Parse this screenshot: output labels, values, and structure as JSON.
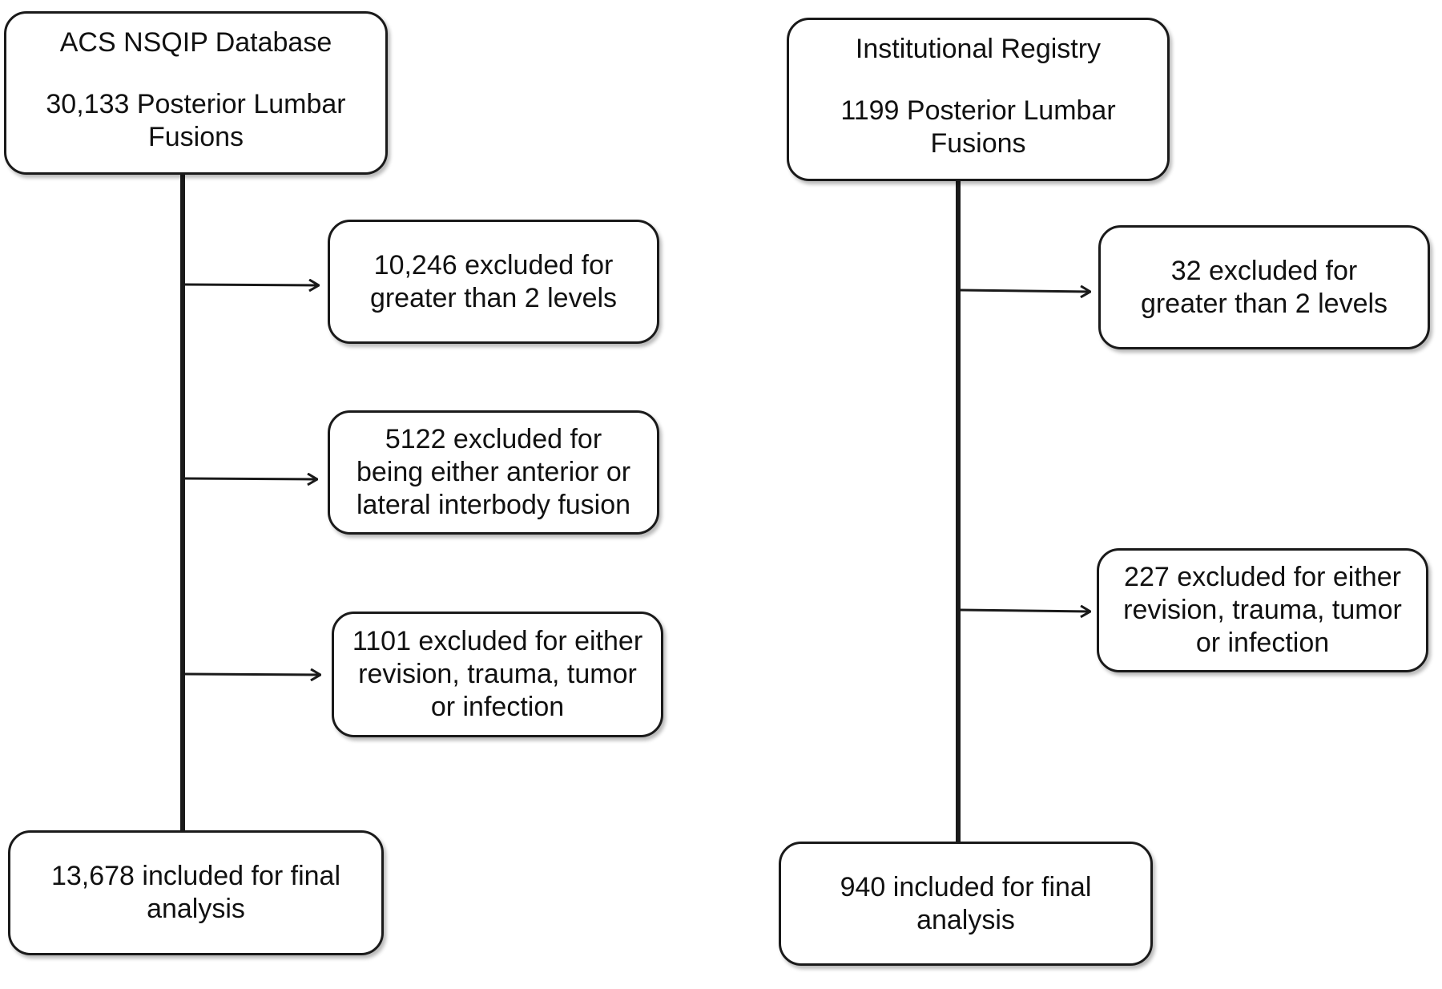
{
  "left": {
    "source": {
      "title": "ACS NSQIP Database",
      "count_lines": [
        "30,133 Posterior Lumbar",
        "Fusions"
      ]
    },
    "exclusions": [
      {
        "lines": [
          "10,246 excluded for",
          "greater than 2 levels"
        ]
      },
      {
        "lines": [
          "5122 excluded for",
          "being either anterior or",
          "lateral interbody fusion"
        ]
      },
      {
        "lines": [
          "1101 excluded for either",
          "revision, trauma, tumor",
          "or infection"
        ]
      }
    ],
    "final": {
      "lines": [
        "13,678 included for final",
        "analysis"
      ]
    }
  },
  "right": {
    "source": {
      "title": "Institutional Registry",
      "count_lines": [
        "1199 Posterior Lumbar",
        "Fusions"
      ]
    },
    "exclusions": [
      {
        "lines": [
          "32 excluded for",
          "greater than 2 levels"
        ]
      },
      {
        "lines": [
          "227 excluded for either",
          "revision, trauma, tumor",
          "or infection"
        ]
      }
    ],
    "final": {
      "lines": [
        "940 included for final",
        "analysis"
      ]
    }
  }
}
